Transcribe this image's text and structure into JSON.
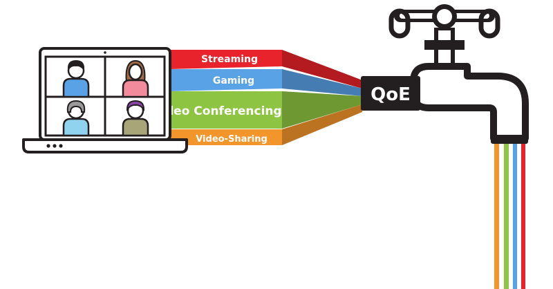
{
  "streams": [
    {
      "id": "streaming",
      "label": "Streaming",
      "color": "#e8232b"
    },
    {
      "id": "gaming",
      "label": "Gaming",
      "color": "#5aa2e6"
    },
    {
      "id": "video-conferencing",
      "label": "Video Conferencing",
      "color": "#8dc441"
    },
    {
      "id": "video-sharing",
      "label": "Video-Sharing",
      "color": "#f2952b"
    }
  ],
  "faucet": {
    "label": "QoE",
    "body_color": "#231f20"
  },
  "laptop": {
    "participants": [
      {
        "id": "top-left",
        "shirt_color": "#5aa2e6",
        "hair_color": "#231f20"
      },
      {
        "id": "top-right",
        "shirt_color": "#f28b9c",
        "hair_color": "#a16b46"
      },
      {
        "id": "bottom-left",
        "shirt_color": "#8fd3ef",
        "hair_color": "#9a9a9a"
      },
      {
        "id": "bottom-right",
        "shirt_color": "#a8a679",
        "hair_color": "#8a44a8"
      }
    ]
  }
}
